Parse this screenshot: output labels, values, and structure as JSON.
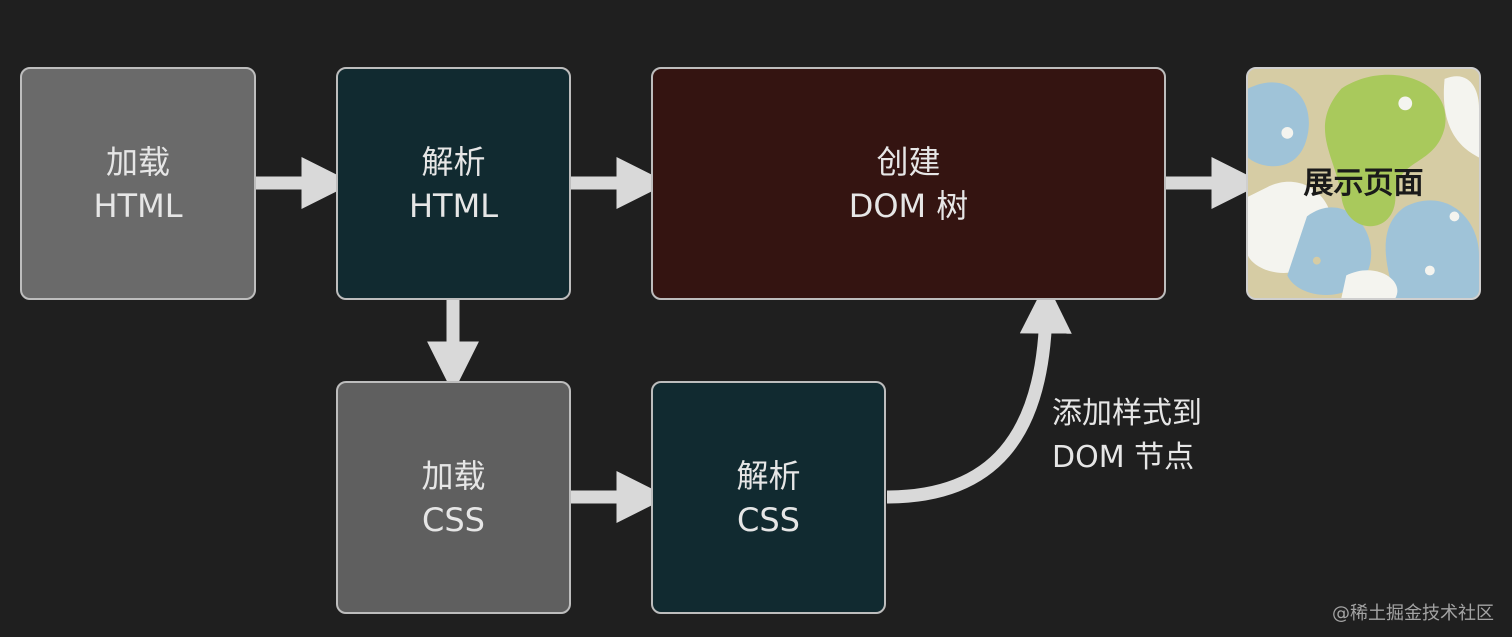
{
  "nodes": {
    "load_html": {
      "line1": "加载",
      "line2": "HTML"
    },
    "parse_html": {
      "line1": "解析",
      "line2": "HTML"
    },
    "create_dom": {
      "line1": "创建",
      "line2": "DOM 树"
    },
    "display": {
      "label": "展示页面"
    },
    "load_css": {
      "line1": "加载",
      "line2": "CSS"
    },
    "parse_css": {
      "line1": "解析",
      "line2": "CSS"
    }
  },
  "edge_label": {
    "line1": "添加样式到",
    "line2": "DOM 节点"
  },
  "watermark": "@稀土掘金技术社区",
  "colors": {
    "background": "#1f1f1f",
    "load_box": "#6a6a6a",
    "parse_box": "#112a30",
    "dom_box": "#341411",
    "arrow": "#d9d9d9"
  }
}
